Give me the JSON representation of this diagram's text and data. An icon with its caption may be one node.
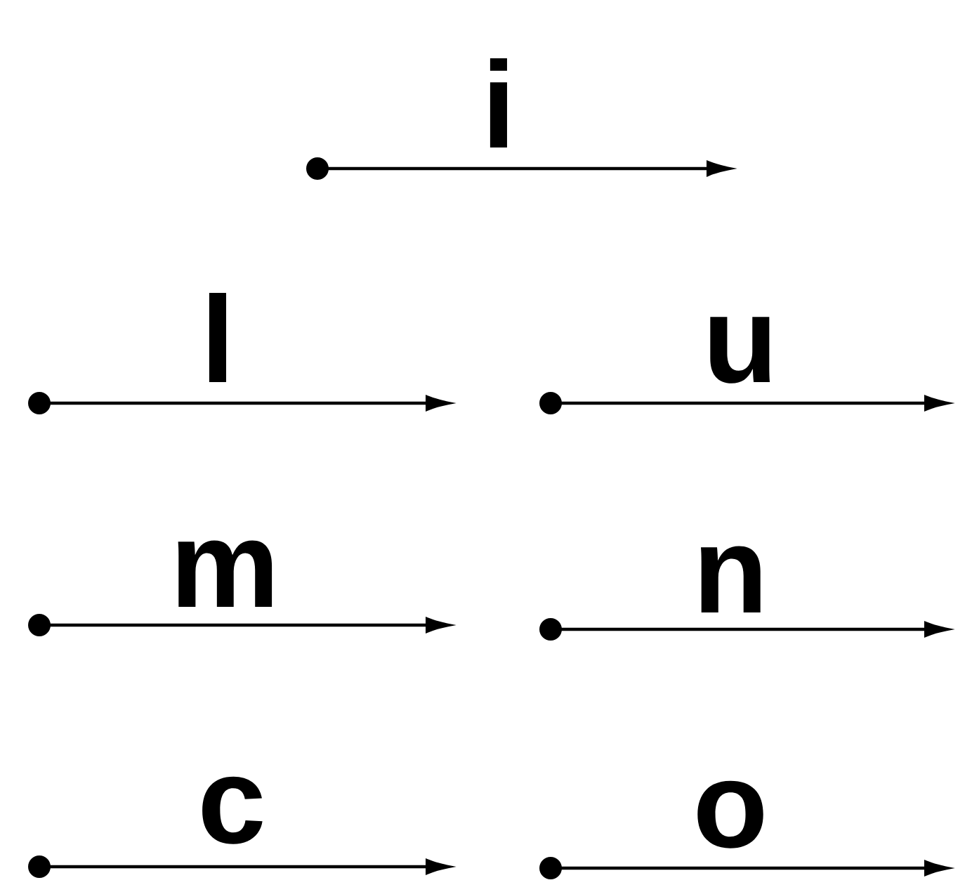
{
  "diagram": {
    "labels": [
      "i",
      "l",
      "u",
      "m",
      "n",
      "c",
      "o"
    ]
  }
}
